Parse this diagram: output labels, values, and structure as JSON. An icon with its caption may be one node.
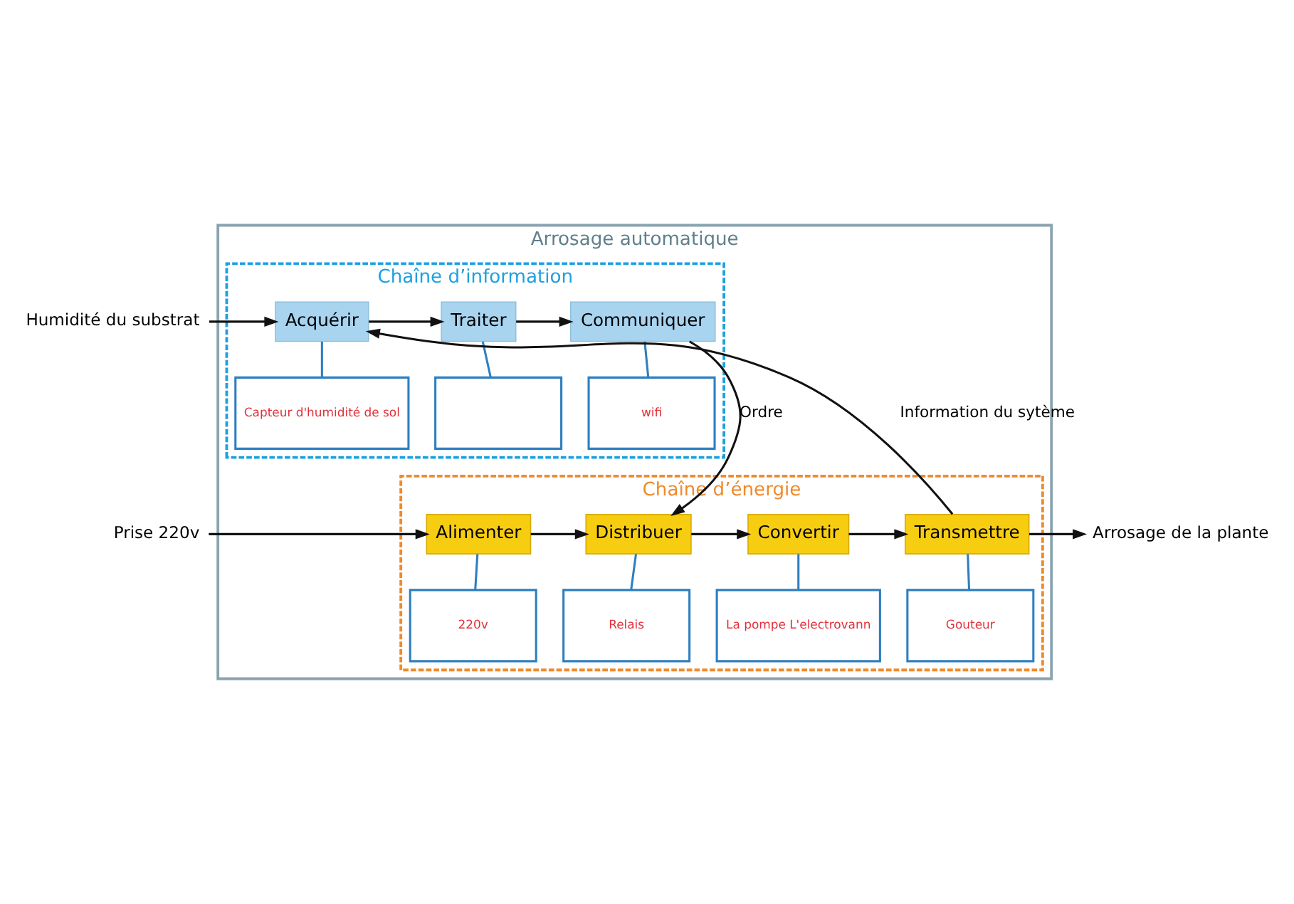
{
  "diagram": {
    "nodes": [
      {
        "text": [
          "Arrosage automatique"
        ]
      },
      {
        "text": [
          "Chaîne d’information"
        ],
        "in": 0
      },
      {
        "text": [
          "Acquérir"
        ],
        "in": 1
      },
      {
        "text": [
          "Traiter"
        ],
        "in": 1
      },
      {
        "text": [
          "Communiquer"
        ],
        "in": 1
      },
      {
        "text": [
          "Capteur d'humidité de sol"
        ],
        "in": 1
      },
      {
        "text": [],
        "shape": "box",
        "in": 1
      },
      {
        "text": [
          "wifi"
        ],
        "in": 1
      },
      {
        "text": [
          "Chaîne d’énergie"
        ],
        "in": 0
      },
      {
        "text": [
          "Alimenter"
        ],
        "in": 8
      },
      {
        "text": [
          "Distribuer"
        ],
        "in": 8
      },
      {
        "text": [
          "Convertir"
        ],
        "in": 8
      },
      {
        "text": [
          "Transmettre"
        ],
        "in": 8
      },
      {
        "text": [
          "220v"
        ],
        "in": 8
      },
      {
        "text": [
          "Relais"
        ],
        "in": 8
      },
      {
        "text": [
          "La pompe L'electrovann"
        ],
        "in": 8
      },
      {
        "text": [
          "Gouteur"
        ],
        "in": 8
      },
      {
        "text": [
          "Humidité du substrat"
        ]
      },
      {
        "text": [
          "Prise 220v"
        ]
      },
      {
        "text": [
          "Arrosage de la plante"
        ]
      }
    ],
    "edges": [
      {
        "from": 17,
        "to": 2,
        "arrow": "to"
      },
      {
        "from": 2,
        "to": 3,
        "arrow": "to"
      },
      {
        "from": 3,
        "to": 4,
        "arrow": "to"
      },
      {
        "from": 2,
        "to": 5,
        "arrow": "none",
        "color": "#2e7fc0"
      },
      {
        "from": 3,
        "to": 6,
        "arrow": "none",
        "color": "#2e7fc0"
      },
      {
        "from": 4,
        "to": 7,
        "arrow": "none",
        "color": "#2e7fc0"
      },
      {
        "from": 4,
        "to": 10,
        "arrow": "to",
        "label": "Ordre"
      },
      {
        "from": 12,
        "to": 2,
        "arrow": "to",
        "label": "Information du sytème"
      },
      {
        "from": 18,
        "to": 9,
        "arrow": "to"
      },
      {
        "from": 9,
        "to": 10,
        "arrow": "to"
      },
      {
        "from": 10,
        "to": 11,
        "arrow": "to"
      },
      {
        "from": 11,
        "to": 12,
        "arrow": "to"
      },
      {
        "from": 9,
        "to": 13,
        "arrow": "none",
        "color": "#2e7fc0"
      },
      {
        "from": 10,
        "to": 14,
        "arrow": "none",
        "color": "#2e7fc0"
      },
      {
        "from": 11,
        "to": 15,
        "arrow": "none",
        "color": "#2e7fc0"
      },
      {
        "from": 12,
        "to": 16,
        "arrow": "none",
        "color": "#2e7fc0"
      },
      {
        "from": 12,
        "to": 19,
        "arrow": "to"
      }
    ]
  }
}
